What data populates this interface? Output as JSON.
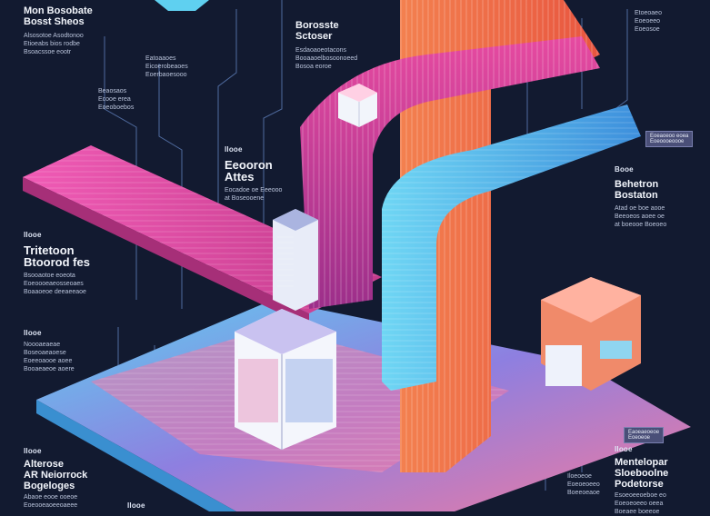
{
  "labels": {
    "top_left": {
      "heading": "Mon Bosobate\nBosst Sheos",
      "body": "Alsosotoe Asodtonoo\nEtioeabs bios rodbe\nBsoacssoe eootr"
    },
    "upper_left_small_1": {
      "body": "Eatoaaoes\nEicoerobeaoes\nEoerbaoesooo"
    },
    "upper_left_small_2": {
      "body": "Beaosaos\nEcooe erea\nEoeoboebos"
    },
    "top_center": {
      "heading": "Borosste\nSctoser",
      "body": "Esdaoaoeotacons\nBooaaoelbosoonoeed\nBosoa eoroe"
    },
    "center_tag": {
      "tag": "Ilooe",
      "heading": "Eeooron\nAttes",
      "body": "Eocadoe oe Eeeooo\nat Boseooene"
    },
    "left_mid": {
      "tag": "Ilooe",
      "heading": "Tritetoon\nBtoorod fes",
      "body": "Bsooaotoe eoeota\nEoeoooeaeosseoaes\nBoaaoeoe deeaeeaoe"
    },
    "left_lower": {
      "tag": "Ilooe",
      "body": "Noooaeaeae\nBoseoaeaoese\nEoeeoaooe aoee\nBooaeaeoe aoere"
    },
    "bottom_left": {
      "tag": "Ilooe",
      "heading": "Alterose\nAR Neiorrock\nBogeloges",
      "body": "Abaoe eooe ooeoe\nEoeooeaoeeoaeee"
    },
    "bottom_tag": {
      "tag": "Ilooe"
    },
    "top_right": {
      "body": "Etoeoaeo\nEoeoeeo\nEoeosoe"
    },
    "right_mid": {
      "tag": "Booe",
      "heading": "Behetron\nBostaton",
      "body": "Atad oe boe aooe\nBeeoeos aoee oe\nat boeooe Boeoeo"
    },
    "right_chip": {
      "text": "Eoeaoeoo eoea\nEoeoooeoooe"
    },
    "right_lower_chip": {
      "text": "Eaoeaeoeoe\nEoeoeoe"
    },
    "bottom_right": {
      "tag": "Ilooe",
      "heading": "Mentelopar\nSloeboolne\nPodetorse",
      "body": "Esoeoeeoeboe eo\nEoeoeoeeo oeea\nBoeaee boeeoe"
    },
    "bottom_center": {
      "body": "Iloeoeoe\nEoeoeoeeo\nBoeeoeaoe"
    }
  },
  "colors": {
    "background": "#121a30",
    "pink": "#e94aa6",
    "magenta": "#d63a8e",
    "orange": "#f0734a",
    "coral": "#f59070",
    "cyan": "#52c4ec",
    "blue": "#3f8fdc",
    "violet": "#8a6fd8"
  }
}
